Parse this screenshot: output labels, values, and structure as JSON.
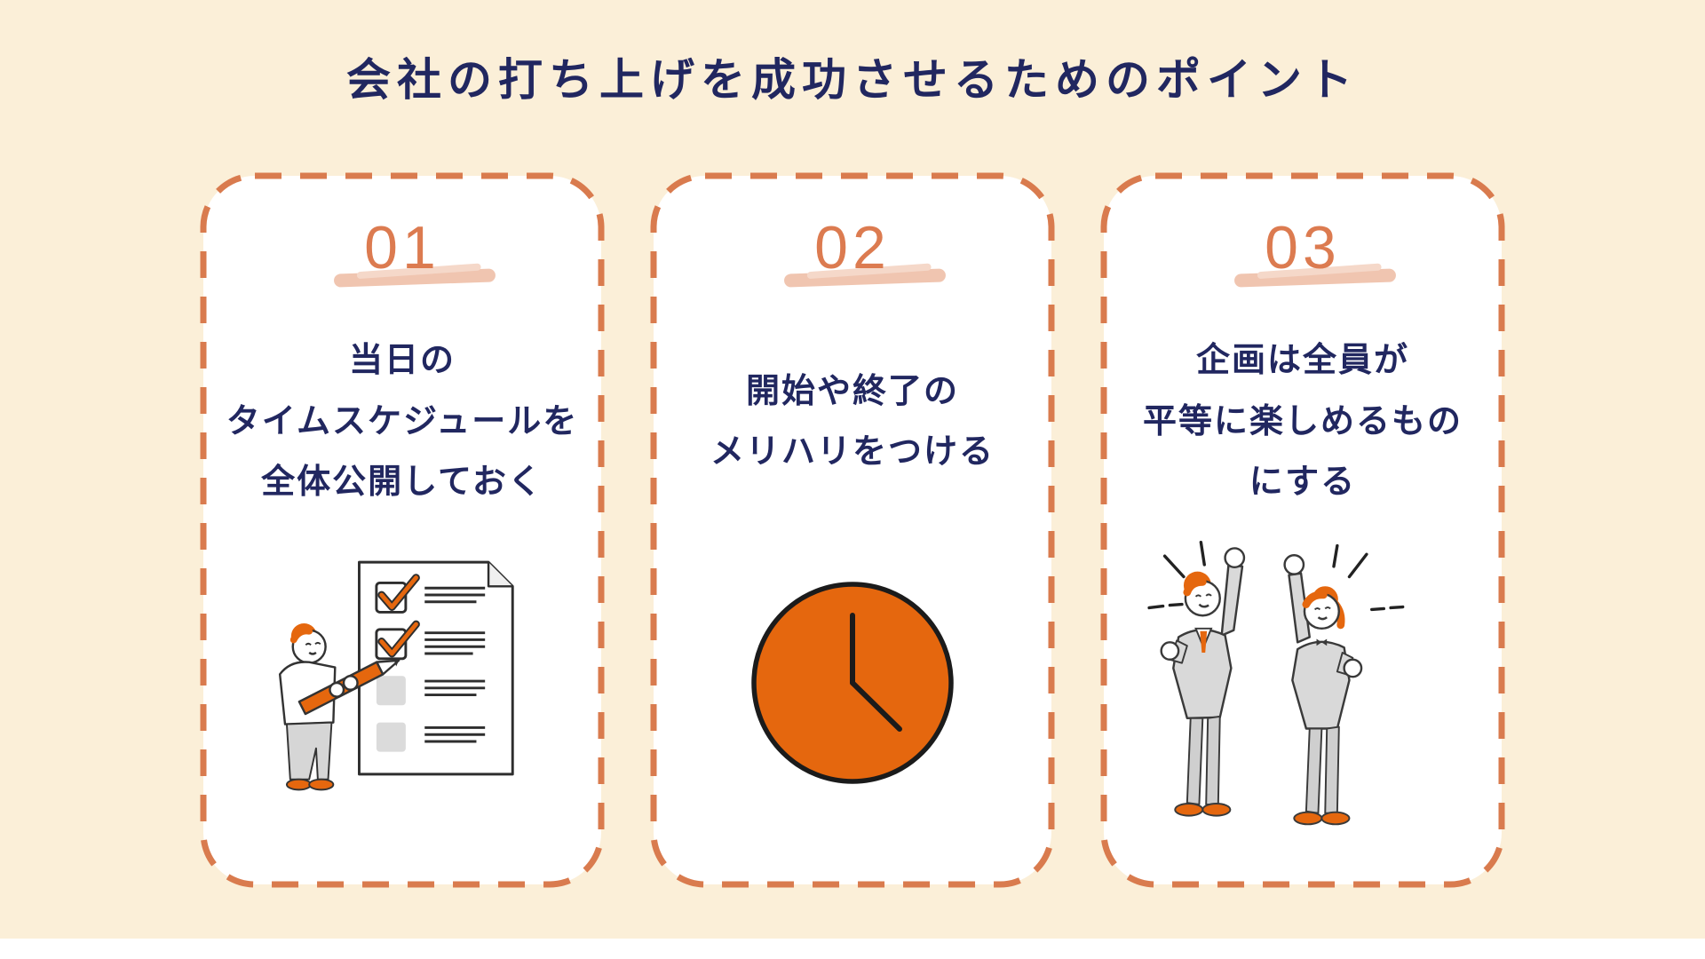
{
  "page": {
    "title": "会社の打ち上げを成功させるためのポイント"
  },
  "colors": {
    "background": "#FBEFD8",
    "card_background": "#FFFFFF",
    "card_dashed_border": "#D97B4E",
    "number": "#DC7B50",
    "number_underline": "#F0C5B0",
    "text_navy": "#212760",
    "accent_orange": "#E5670E",
    "suit_gray": "#D9D9D9",
    "outline_dark": "#3A3A3A"
  },
  "cards": [
    {
      "number": "01",
      "lines": [
        "当日の",
        "タイムスケジュールを",
        "全体公開しておく"
      ],
      "illustration": "checklist-person-illustration"
    },
    {
      "number": "02",
      "lines": [
        "開始や終了の",
        "メリハリをつける"
      ],
      "illustration": "clock-illustration"
    },
    {
      "number": "03",
      "lines": [
        "企画は全員が",
        "平等に楽しめるもの",
        "にする"
      ],
      "illustration": "cheering-people-illustration"
    }
  ]
}
